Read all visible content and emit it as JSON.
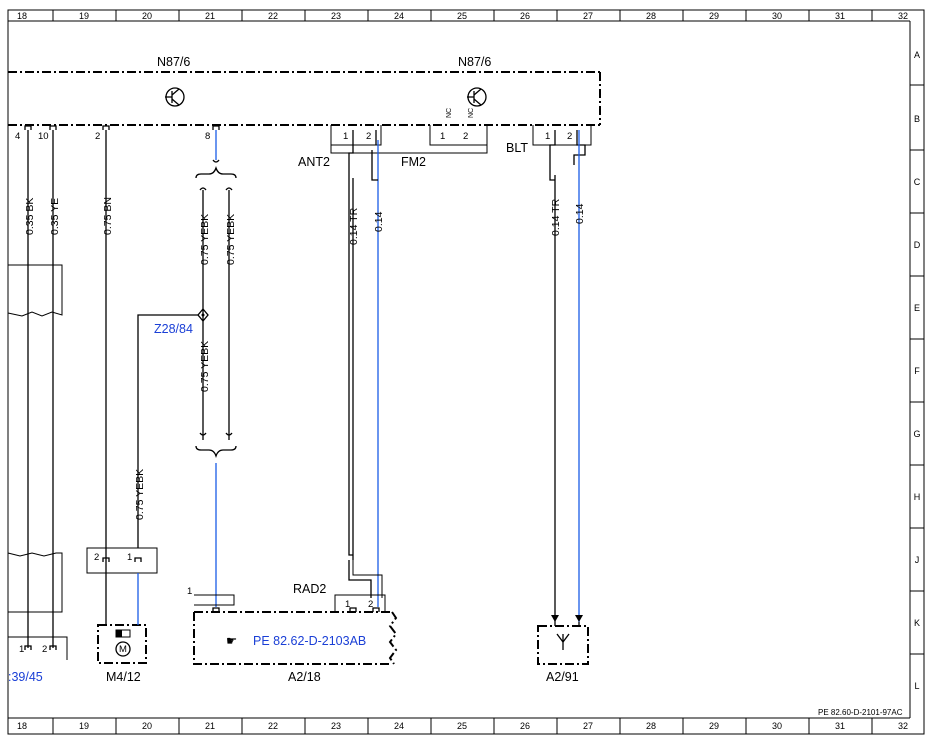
{
  "grid": {
    "columns": [
      "18",
      "19",
      "20",
      "21",
      "22",
      "23",
      "24",
      "25",
      "26",
      "27",
      "28",
      "29",
      "30",
      "31",
      "32"
    ],
    "rows": [
      "A",
      "B",
      "C",
      "D",
      "E",
      "F",
      "G",
      "H",
      "J",
      "K",
      "L"
    ]
  },
  "components": {
    "n87_left": "N87/6",
    "n87_right": "N87/6",
    "z28": "Z28/84",
    "m4": "M4/12",
    "a2_18": "A2/18",
    "a2_91": "A2/91",
    "x39": ":39/45",
    "ant2": "ANT2",
    "fm2": "FM2",
    "blt": "BLT",
    "rad2": "RAD2",
    "pe_ref": "PE 82.62-D-2103AB",
    "doc_ref": "PE 82.60-D-2101-97AC",
    "nc": "NC"
  },
  "pins": {
    "p4": "4",
    "p10": "10",
    "p2a": "2",
    "p8": "8",
    "ant_1": "1",
    "ant_2": "2",
    "fm_1": "1",
    "fm_2": "2",
    "blt_1": "1",
    "blt_2": "2",
    "m4_2": "2",
    "m4_1": "1",
    "a218_1": "1",
    "rad_1": "1",
    "rad_2": "2",
    "x39_1": "1",
    "x39_2": "2"
  },
  "wires": {
    "w_bk": "0.35 BK",
    "w_ye": "0.35 YE",
    "w_bn": "0.75 BN",
    "w_yebk1": "0.75 YEBK",
    "w_yebk2": "0.75 YEBK",
    "w_yebk3": "0.75 YEBK",
    "w_yebk4": "0.75 YEBK",
    "w_tr1": "0.14 TR",
    "w_014a": "0.14",
    "w_tr2": "0.14 TR",
    "w_014b": "0.14"
  },
  "colors": {
    "wire_blue": "#1a5ce6",
    "label_blue": "#1a3fd6"
  }
}
